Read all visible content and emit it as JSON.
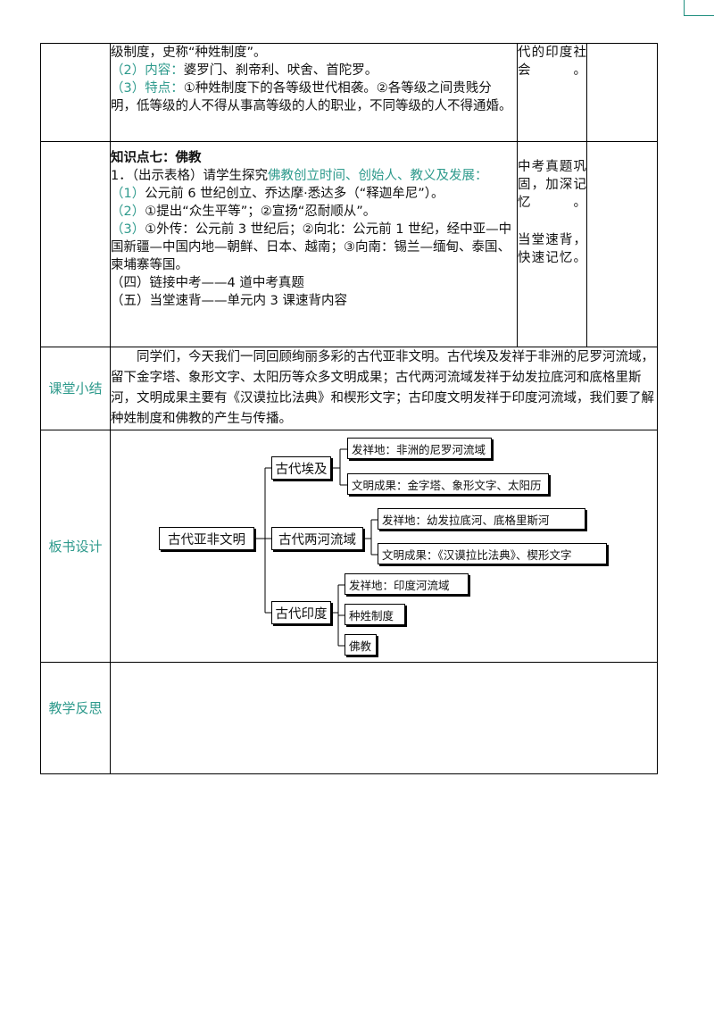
{
  "row1": {
    "main_line1": "级制度，史称“种姓制度”。",
    "main_line2_label": "（2）内容：",
    "main_line2_text": "婆罗门、刹帝利、吠舍、首陀罗。",
    "main_line3_label": "（3）特点：",
    "main_line3_text": "①种姓制度下的各等级世代相袭。②各等级之间贵贱分明，低等级的人不得从事高等级的人的职业，不同等级的人不得通婚。",
    "side_text": "代的印度社会。"
  },
  "row2": {
    "heading": "知识点七：佛教",
    "line1_a": "1．（出示表格）请学生探究",
    "line1_b": "佛教创立时间、创始人、教义及发展：",
    "item1_label": "（1）",
    "item1_text": "公元前 6 世纪创立、乔达摩·悉达多（“释迦牟尼”）。",
    "item2_label": "（2）",
    "item2_text": "①提出“众生平等”；②宣扬“忍耐顺从”。",
    "item3_label": "（3）",
    "item3_text": "①外传：公元前 3 世纪后；②向北：公元前 1 世纪，经中亚—中国新疆—中国内地—朝鲜、日本、越南；③向南：锡兰—缅甸、泰国、柬埔寨等国。",
    "item4": "（四）链接中考——4 道中考真题",
    "item5": "（五）当堂速背——单元内 3 课速背内容",
    "side_text1": "中考真题巩固，加深记忆。",
    "side_text2": "当堂速背，快速记忆。"
  },
  "summary": {
    "label": "课堂小结",
    "text": "同学们，今天我们一同回顾绚丽多彩的古代亚非文明。古代埃及发祥于非洲的尼罗河流域，留下金字塔、象形文字、太阳历等众多文明成果；古代两河流域发祥于幼发拉底河和底格里斯河，文明成果主要有《汉谟拉比法典》和楔形文字；古印度文明发祥于印度河流域，我们要了解种姓制度和佛教的产生与传播。"
  },
  "board": {
    "label": "板书设计",
    "root": "古代亚非文明",
    "egypt": "古代埃及",
    "egypt_origin": "发祥地：非洲的尼罗河流域",
    "egypt_achieve": "文明成果：金字塔、象形文字、太阳历",
    "meso": "古代两河流域",
    "meso_origin": "发祥地：幼发拉底河、底格里斯河",
    "meso_achieve": "文明成果：《汉谟拉比法典》、楔形文字",
    "india": "古代印度",
    "india_origin": "发祥地：印度河流域",
    "india_caste": "种姓制度",
    "india_buddhism": "佛教"
  },
  "reflection": {
    "label": "教学反思"
  }
}
